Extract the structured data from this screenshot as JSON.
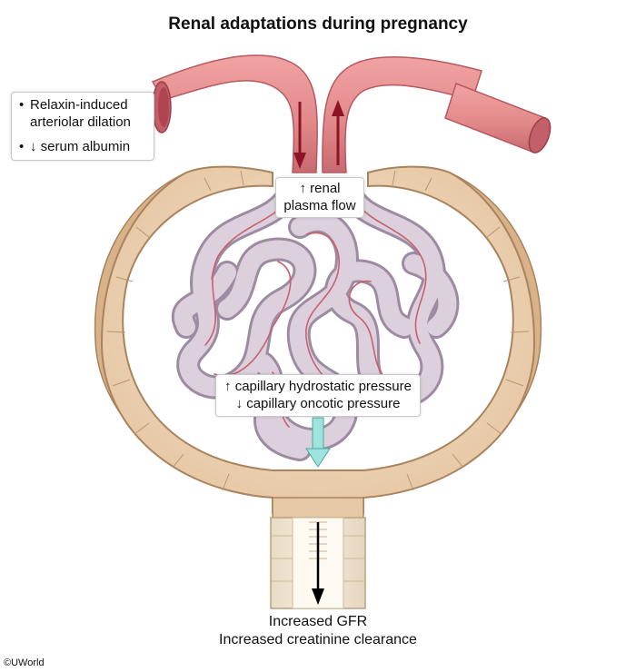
{
  "title": "Renal adaptations during pregnancy",
  "factors": [
    {
      "bullet": "•",
      "line1": "Relaxin-induced",
      "line2": "arteriolar dilation"
    },
    {
      "bullet": "•",
      "line1": "↓ serum albumin",
      "line2": ""
    }
  ],
  "flow_label": {
    "line1": "↑ renal",
    "line2": "plasma flow"
  },
  "pressure_label": {
    "line1": "↑ capillary hydrostatic pressure",
    "line2": "↓ capillary oncotic pressure"
  },
  "outcome": {
    "line1": "Increased GFR",
    "line2": "Increased creatinine clearance"
  },
  "credit": "©UWorld",
  "colors": {
    "vessel": "#e38a8b",
    "vessel_dark": "#b85860",
    "capsule": "#d8b48f",
    "capsule_inner": "#efd8bd",
    "capillary": "#d7cad8",
    "flow_arrow": "#8b1524",
    "filtration_arrow": "#9ee4dc"
  },
  "icons": [
    "down-arrow-icon",
    "up-arrow-icon",
    "filtration-arrow-icon",
    "output-arrow-icon"
  ]
}
